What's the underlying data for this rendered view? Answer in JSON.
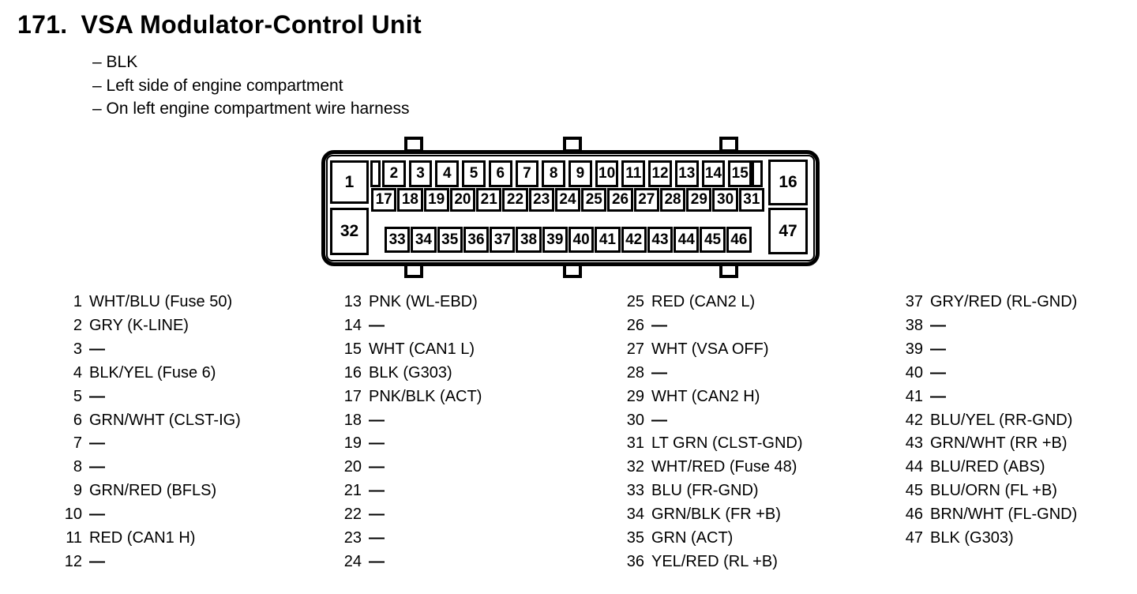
{
  "header": {
    "number": "171.",
    "title": "VSA Modulator-Control Unit",
    "notes": [
      "– BLK",
      "– Left side of engine compartment",
      "– On left engine compartment wire harness"
    ]
  },
  "connector": {
    "pin1": "1",
    "pin16": "16",
    "pin32": "32",
    "pin47": "47",
    "row_top": [
      "2",
      "3",
      "4",
      "5",
      "6",
      "7",
      "8",
      "9",
      "10",
      "11",
      "12",
      "13",
      "14",
      "15"
    ],
    "row_middle": [
      "17",
      "18",
      "19",
      "20",
      "21",
      "22",
      "23",
      "24",
      "25",
      "26",
      "27",
      "28",
      "29",
      "30",
      "31"
    ],
    "row_bottom": [
      "33",
      "34",
      "35",
      "36",
      "37",
      "38",
      "39",
      "40",
      "41",
      "42",
      "43",
      "44",
      "45",
      "46"
    ]
  },
  "pin_list": {
    "col1": [
      {
        "n": "1",
        "label": "WHT/BLU (Fuse 50)"
      },
      {
        "n": "2",
        "label": "GRY (K-LINE)"
      },
      {
        "n": "3",
        "label": "—"
      },
      {
        "n": "4",
        "label": "BLK/YEL (Fuse 6)"
      },
      {
        "n": "5",
        "label": "—"
      },
      {
        "n": "6",
        "label": "GRN/WHT (CLST-IG)"
      },
      {
        "n": "7",
        "label": "—"
      },
      {
        "n": "8",
        "label": "—"
      },
      {
        "n": "9",
        "label": "GRN/RED (BFLS)"
      },
      {
        "n": "10",
        "label": "—"
      },
      {
        "n": "11",
        "label": "RED (CAN1 H)"
      },
      {
        "n": "12",
        "label": "—"
      }
    ],
    "col2": [
      {
        "n": "13",
        "label": "PNK (WL-EBD)"
      },
      {
        "n": "14",
        "label": "—"
      },
      {
        "n": "15",
        "label": "WHT (CAN1 L)"
      },
      {
        "n": "16",
        "label": "BLK (G303)"
      },
      {
        "n": "17",
        "label": "PNK/BLK (ACT)"
      },
      {
        "n": "18",
        "label": "—"
      },
      {
        "n": "19",
        "label": "—"
      },
      {
        "n": "20",
        "label": "—"
      },
      {
        "n": "21",
        "label": "—"
      },
      {
        "n": "22",
        "label": "—"
      },
      {
        "n": "23",
        "label": "—"
      },
      {
        "n": "24",
        "label": "—"
      }
    ],
    "col3": [
      {
        "n": "25",
        "label": "RED (CAN2 L)"
      },
      {
        "n": "26",
        "label": "—"
      },
      {
        "n": "27",
        "label": "WHT (VSA OFF)"
      },
      {
        "n": "28",
        "label": "—"
      },
      {
        "n": "29",
        "label": "WHT (CAN2 H)"
      },
      {
        "n": "30",
        "label": "—"
      },
      {
        "n": "31",
        "label": "LT GRN (CLST-GND)"
      },
      {
        "n": "32",
        "label": "WHT/RED (Fuse 48)"
      },
      {
        "n": "33",
        "label": "BLU (FR-GND)"
      },
      {
        "n": "34",
        "label": "GRN/BLK (FR +B)"
      },
      {
        "n": "35",
        "label": "GRN (ACT)"
      },
      {
        "n": "36",
        "label": "YEL/RED (RL +B)"
      }
    ],
    "col4": [
      {
        "n": "37",
        "label": "GRY/RED (RL-GND)"
      },
      {
        "n": "38",
        "label": "—"
      },
      {
        "n": "39",
        "label": "—"
      },
      {
        "n": "40",
        "label": "—"
      },
      {
        "n": "41",
        "label": "—"
      },
      {
        "n": "42",
        "label": "BLU/YEL (RR-GND)"
      },
      {
        "n": "43",
        "label": "GRN/WHT (RR +B)"
      },
      {
        "n": "44",
        "label": "BLU/RED (ABS)"
      },
      {
        "n": "45",
        "label": "BLU/ORN (FL +B)"
      },
      {
        "n": "46",
        "label": "BRN/WHT (FL-GND)"
      },
      {
        "n": "47",
        "label": "BLK (G303)"
      }
    ]
  }
}
